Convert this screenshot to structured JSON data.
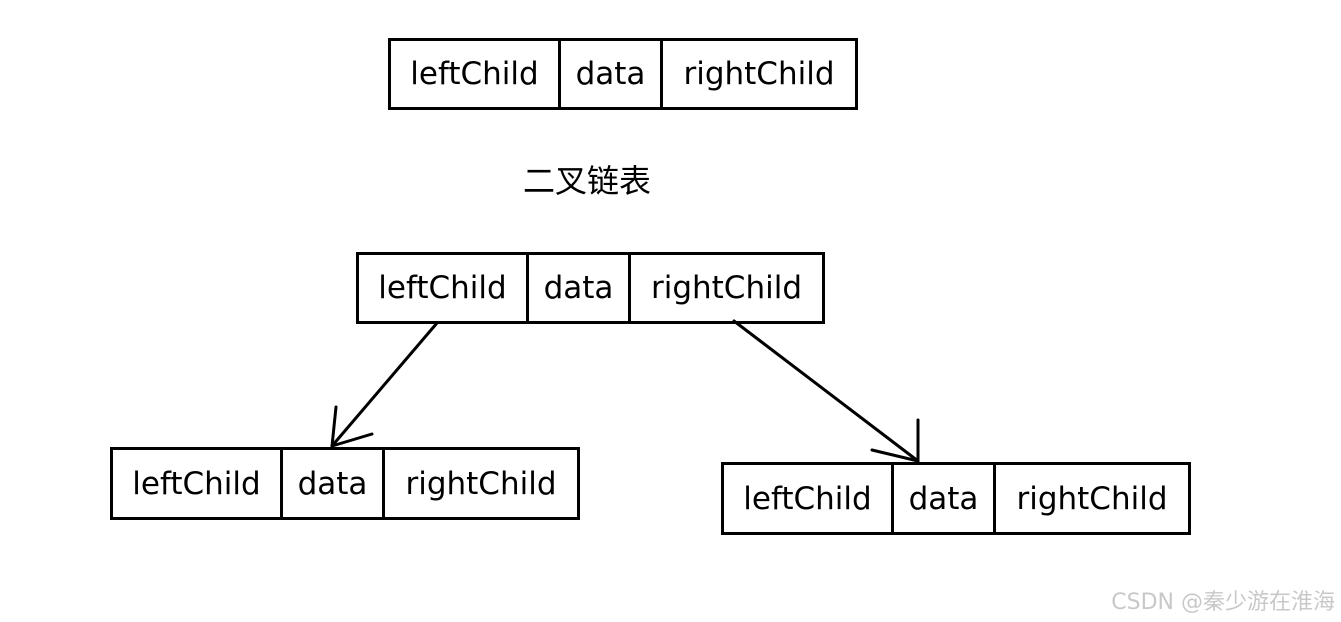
{
  "field_labels": {
    "left": "leftChild",
    "data": "data",
    "right": "rightChild"
  },
  "caption": "二叉链表",
  "watermark": "CSDN @秦少游在淮海",
  "colors": {
    "stroke": "#000000",
    "background": "#ffffff",
    "watermark": "#c8c8c8"
  }
}
